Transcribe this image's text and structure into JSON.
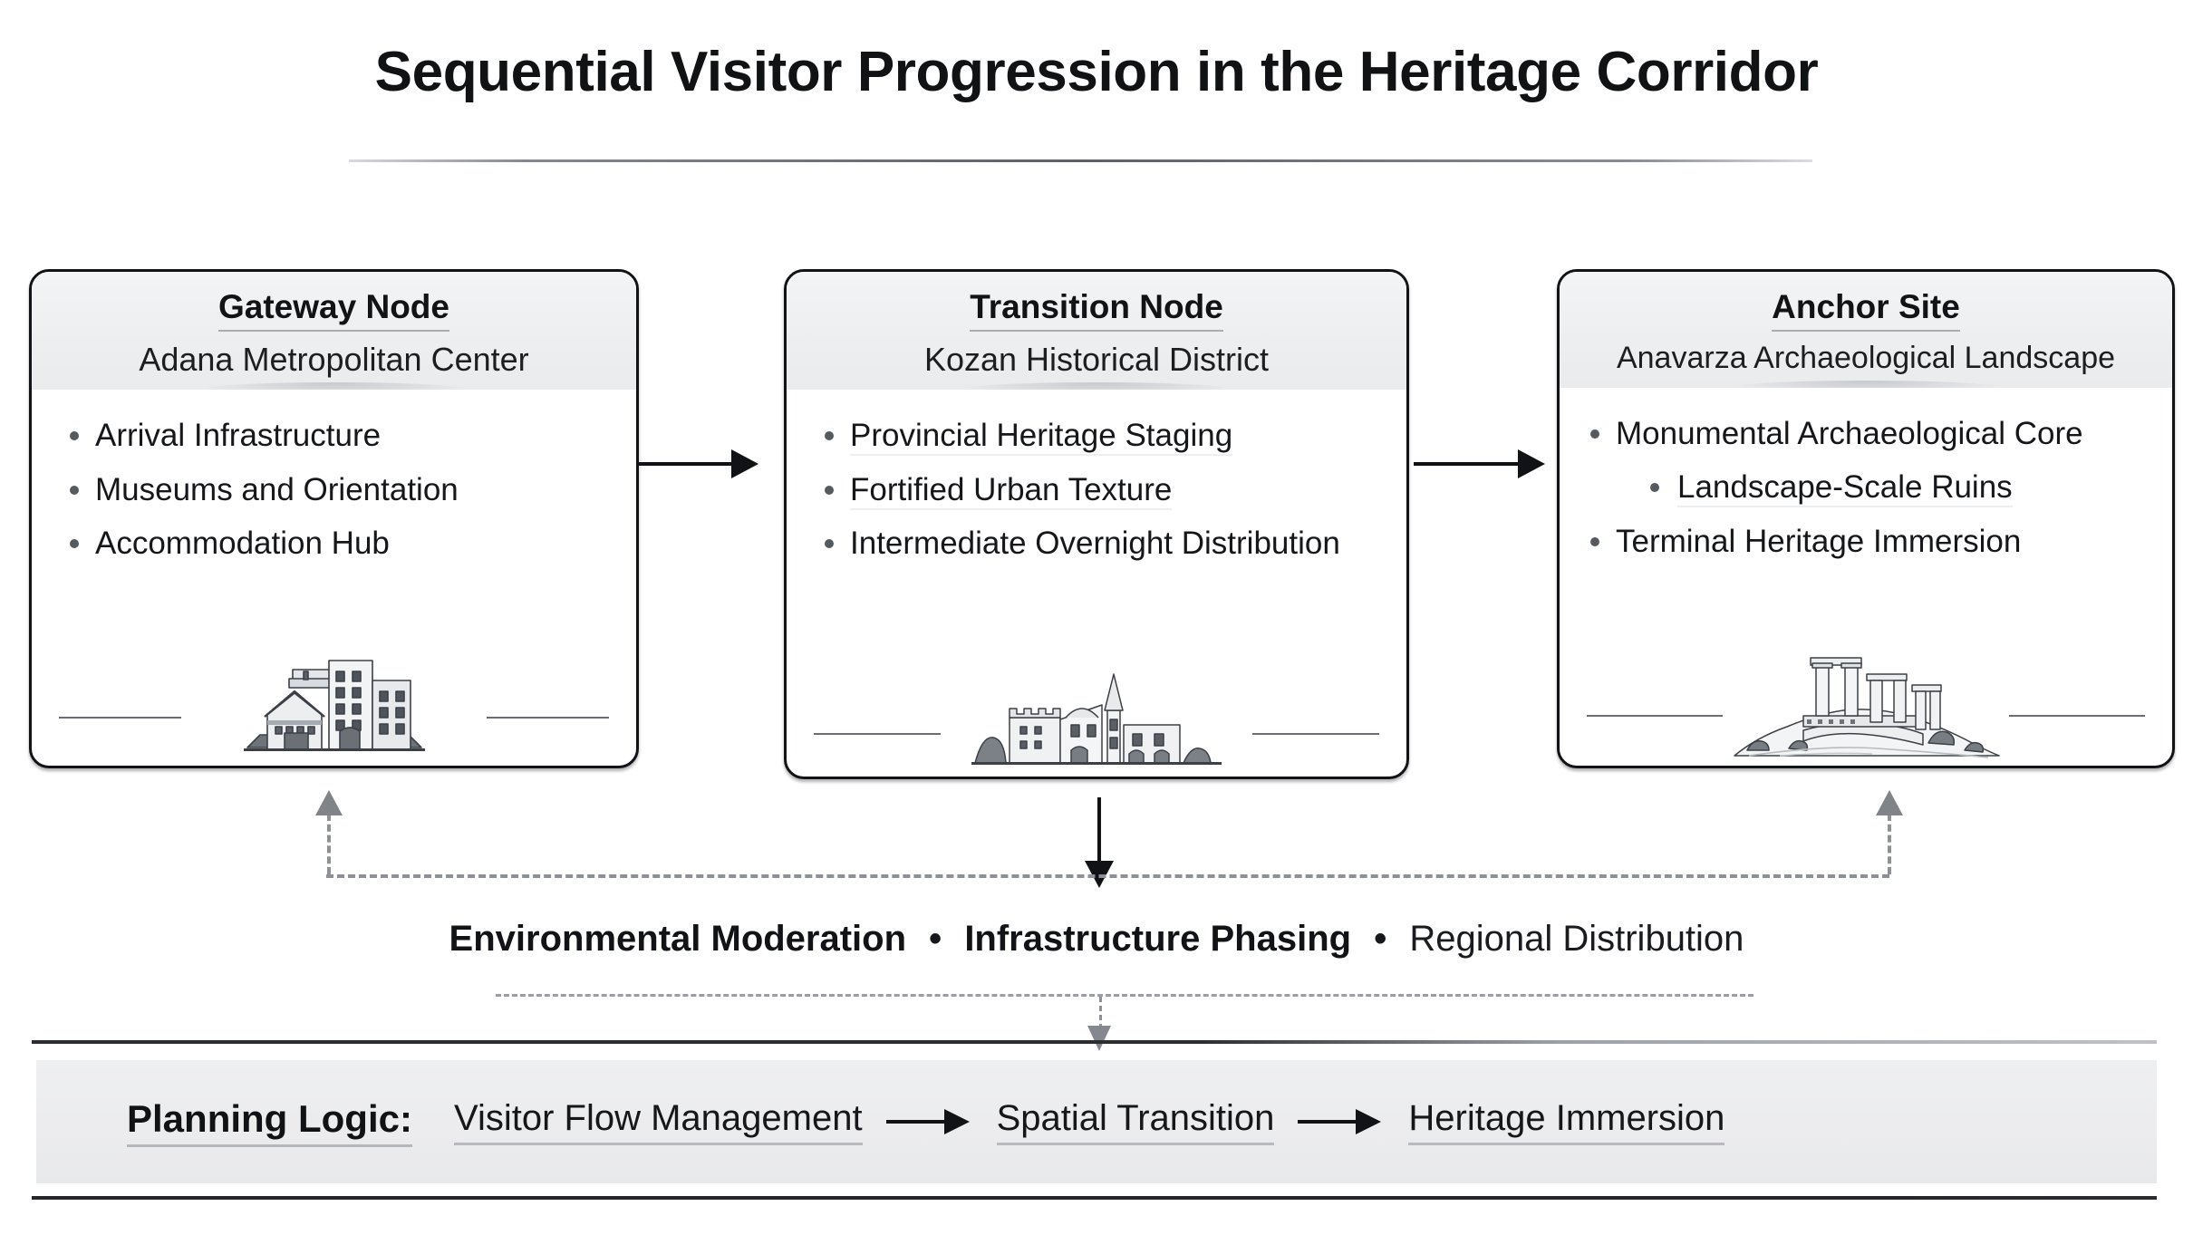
{
  "title": "Sequential Visitor Progression in the Heritage Corridor",
  "nodes": [
    {
      "kicker": "Gateway Node",
      "subtitle": "Adana Metropolitan Center",
      "icon": "city-buildings-icon",
      "bullets": [
        {
          "text": "Arrival Infrastructure",
          "indent": false,
          "ruled": false
        },
        {
          "text": "Museums and Orientation",
          "indent": false,
          "ruled": false
        },
        {
          "text": "Accommodation Hub",
          "indent": false,
          "ruled": false
        }
      ]
    },
    {
      "kicker": "Transition Node",
      "subtitle": "Kozan Historical District",
      "icon": "historic-town-icon",
      "bullets": [
        {
          "text": "Provincial Heritage Staging",
          "indent": false,
          "ruled": true
        },
        {
          "text": "Fortified Urban Texture",
          "indent": false,
          "ruled": true
        },
        {
          "text": "Intermediate Overnight Distribution",
          "indent": false,
          "ruled": false
        }
      ]
    },
    {
      "kicker": "Anchor Site",
      "subtitle": "Anavarza Archaeological Landscape",
      "icon": "ancient-ruins-icon",
      "bullets": [
        {
          "text": "Monumental Archaeological Core",
          "indent": false,
          "ruled": false
        },
        {
          "text": "Landscape-Scale Ruins",
          "indent": true,
          "ruled": true
        },
        {
          "text": "Terminal Heritage Immersion",
          "indent": false,
          "ruled": false
        }
      ]
    }
  ],
  "criteria": [
    {
      "text": "Environmental Moderation",
      "bold": true
    },
    {
      "text": "Infrastructure Phasing",
      "bold": true
    },
    {
      "text": "Regional Distribution",
      "bold": false
    }
  ],
  "criteria_separator": "•",
  "bottom_bar": {
    "label": "Planning Logic:",
    "steps": [
      "Visitor Flow Management",
      "Spatial Transition",
      "Heritage Immersion"
    ],
    "arrow_icon": "right-arrow-icon"
  },
  "connectors": {
    "forward_arrow_icon": "right-arrow-icon",
    "down_arrow_icon": "down-arrow-icon",
    "feedback_arrow_icon": "up-dashed-arrow-icon"
  },
  "colors": {
    "ink": "#111215",
    "card_header": "#eceef0",
    "bar_fill": "#ececee",
    "dashed_gray": "#8d9096"
  }
}
